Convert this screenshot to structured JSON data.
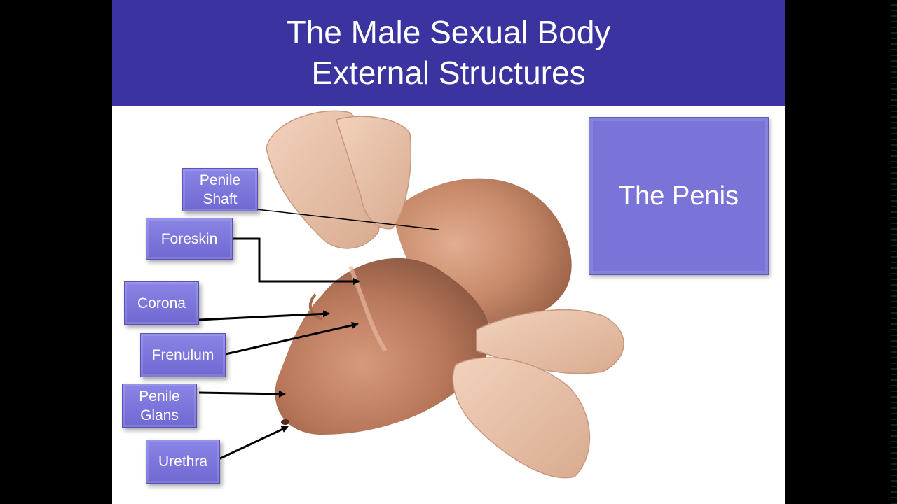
{
  "title": {
    "line1": "The Male Sexual Body",
    "line2": "External Structures"
  },
  "main_label": "The Penis",
  "labels": {
    "penile_shaft": "Penile\nShaft",
    "foreskin": "Foreskin",
    "corona": "Corona",
    "frenulum": "Frenulum",
    "penile_glans": "Penile\nGlans",
    "urethra": "Urethra"
  },
  "colors": {
    "title_bg": "#3a33a0",
    "label_bg": "#7a73d8",
    "skin": "#c98a6a"
  }
}
